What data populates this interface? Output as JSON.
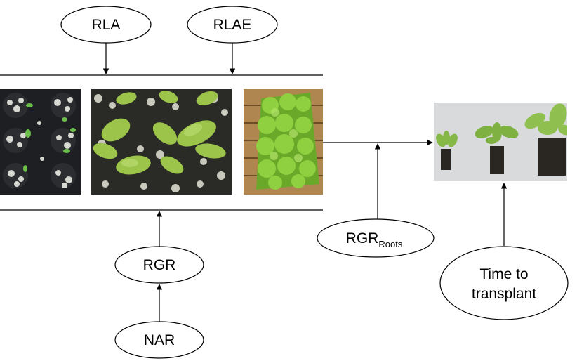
{
  "nodes": {
    "rla": "RLA",
    "rlae": "RLAE",
    "rgr": "RGR",
    "nar": "NAR",
    "rgr_roots_main": "RGR",
    "rgr_roots_sub": "Roots",
    "time_line1": "Time to",
    "time_line2": "transplant"
  },
  "colors": {
    "tray_dark": "#1d1f22",
    "perlite": "#d8d8d2",
    "leaf_green": "#9cc44a",
    "leaf_dark": "#6a9a2a",
    "lettuce_bright": "#8fd040",
    "pallet_wood": "#b08650",
    "backdrop": "#d9dadc",
    "root_ball": "#2a2622"
  }
}
